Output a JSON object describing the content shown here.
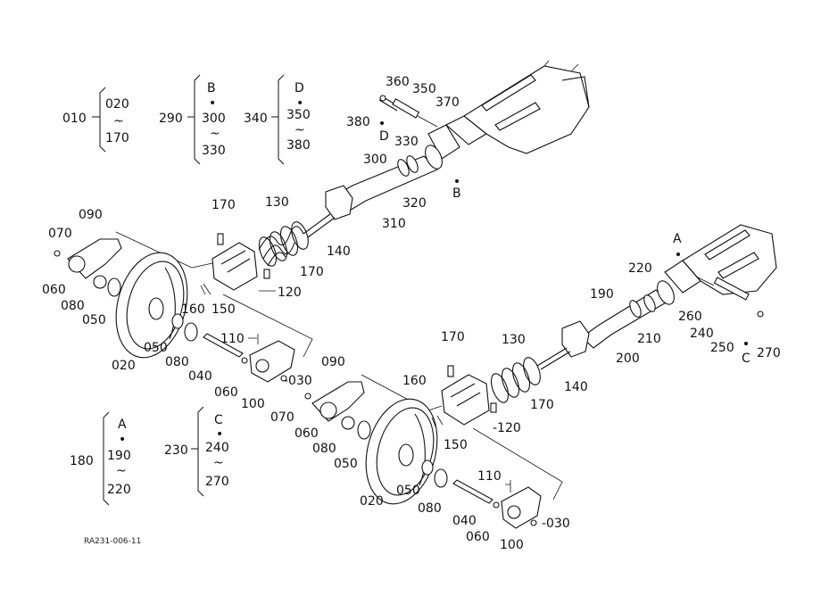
{
  "diagram": {
    "code": "RA231-006-11",
    "legend_groups": [
      {
        "id": "010",
        "items": [
          "020",
          "~",
          "170"
        ]
      },
      {
        "id": "290",
        "items": [
          "B",
          "•",
          "300",
          "~",
          "330"
        ]
      },
      {
        "id": "340",
        "items": [
          "D",
          "•",
          "350",
          "~",
          "380"
        ]
      },
      {
        "id": "180",
        "items": [
          "A",
          "•",
          "190",
          "~",
          "220"
        ]
      },
      {
        "id": "230",
        "items": [
          "C",
          "•",
          "240",
          "~",
          "270"
        ]
      }
    ],
    "upper_assembly_labels": {
      "p380": "380",
      "p360": "360",
      "p350": "350",
      "p370": "370",
      "pD": "D",
      "p330": "330",
      "p300": "300",
      "p320": "320",
      "pB": "B",
      "p310": "310",
      "p170a": "170",
      "p130": "130",
      "p140": "140",
      "p170b": "170",
      "p120": "120",
      "p150": "150",
      "p160": "160",
      "p090a": "090",
      "p070": "070",
      "p060a": "060",
      "p080a": "080",
      "p050a": "050",
      "p050b": "050",
      "p080b": "080",
      "p040": "040",
      "p020": "020",
      "p110": "110",
      "p090b": "090",
      "p030": "-030",
      "p060b": "060",
      "p100": "100"
    },
    "lower_assembly_labels": {
      "pA": "A",
      "p220": "220",
      "p190": "190",
      "p260": "260",
      "p240": "240",
      "p250": "250",
      "pC": "C",
      "p270": "270",
      "p200": "200",
      "p210": "210",
      "p170a": "170",
      "p130": "130",
      "p140": "140",
      "p170b": "170",
      "p160": "160",
      "p150": "150",
      "p120": "-120",
      "p070": "070",
      "p060a": "060",
      "p080a": "080",
      "p050a": "050",
      "p020": "020",
      "p050b": "050",
      "p080b": "080",
      "p040": "040",
      "p110": "110",
      "p060b": "060",
      "p100": "100",
      "p030": "-030"
    }
  }
}
